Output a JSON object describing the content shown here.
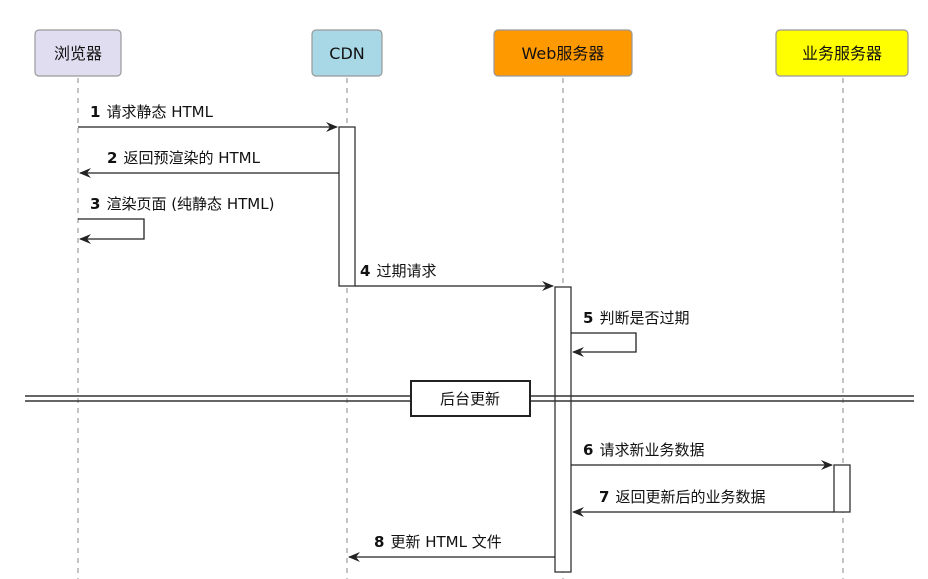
{
  "participants": [
    {
      "id": "browser",
      "label": "浏览器",
      "fill": "#e0ddf0",
      "stroke": "#999999"
    },
    {
      "id": "cdn",
      "label": "CDN",
      "fill": "#a8d8e6",
      "stroke": "#999999"
    },
    {
      "id": "web",
      "label": "Web服务器",
      "fill": "#ff9900",
      "stroke": "#999999"
    },
    {
      "id": "biz",
      "label": "业务服务器",
      "fill": "#ffff00",
      "stroke": "#999999"
    }
  ],
  "messages": [
    {
      "num": "1",
      "text": "请求静态 HTML"
    },
    {
      "num": "2",
      "text": "返回预渲染的 HTML"
    },
    {
      "num": "3",
      "text": "渲染页面 (纯静态 HTML)"
    },
    {
      "num": "4",
      "text": "过期请求"
    },
    {
      "num": "5",
      "text": "判断是否过期"
    },
    {
      "num": "6",
      "text": "请求新业务数据"
    },
    {
      "num": "7",
      "text": "返回更新后的业务数据"
    },
    {
      "num": "8",
      "text": "更新 HTML 文件"
    }
  ],
  "divider": {
    "label": "后台更新"
  }
}
